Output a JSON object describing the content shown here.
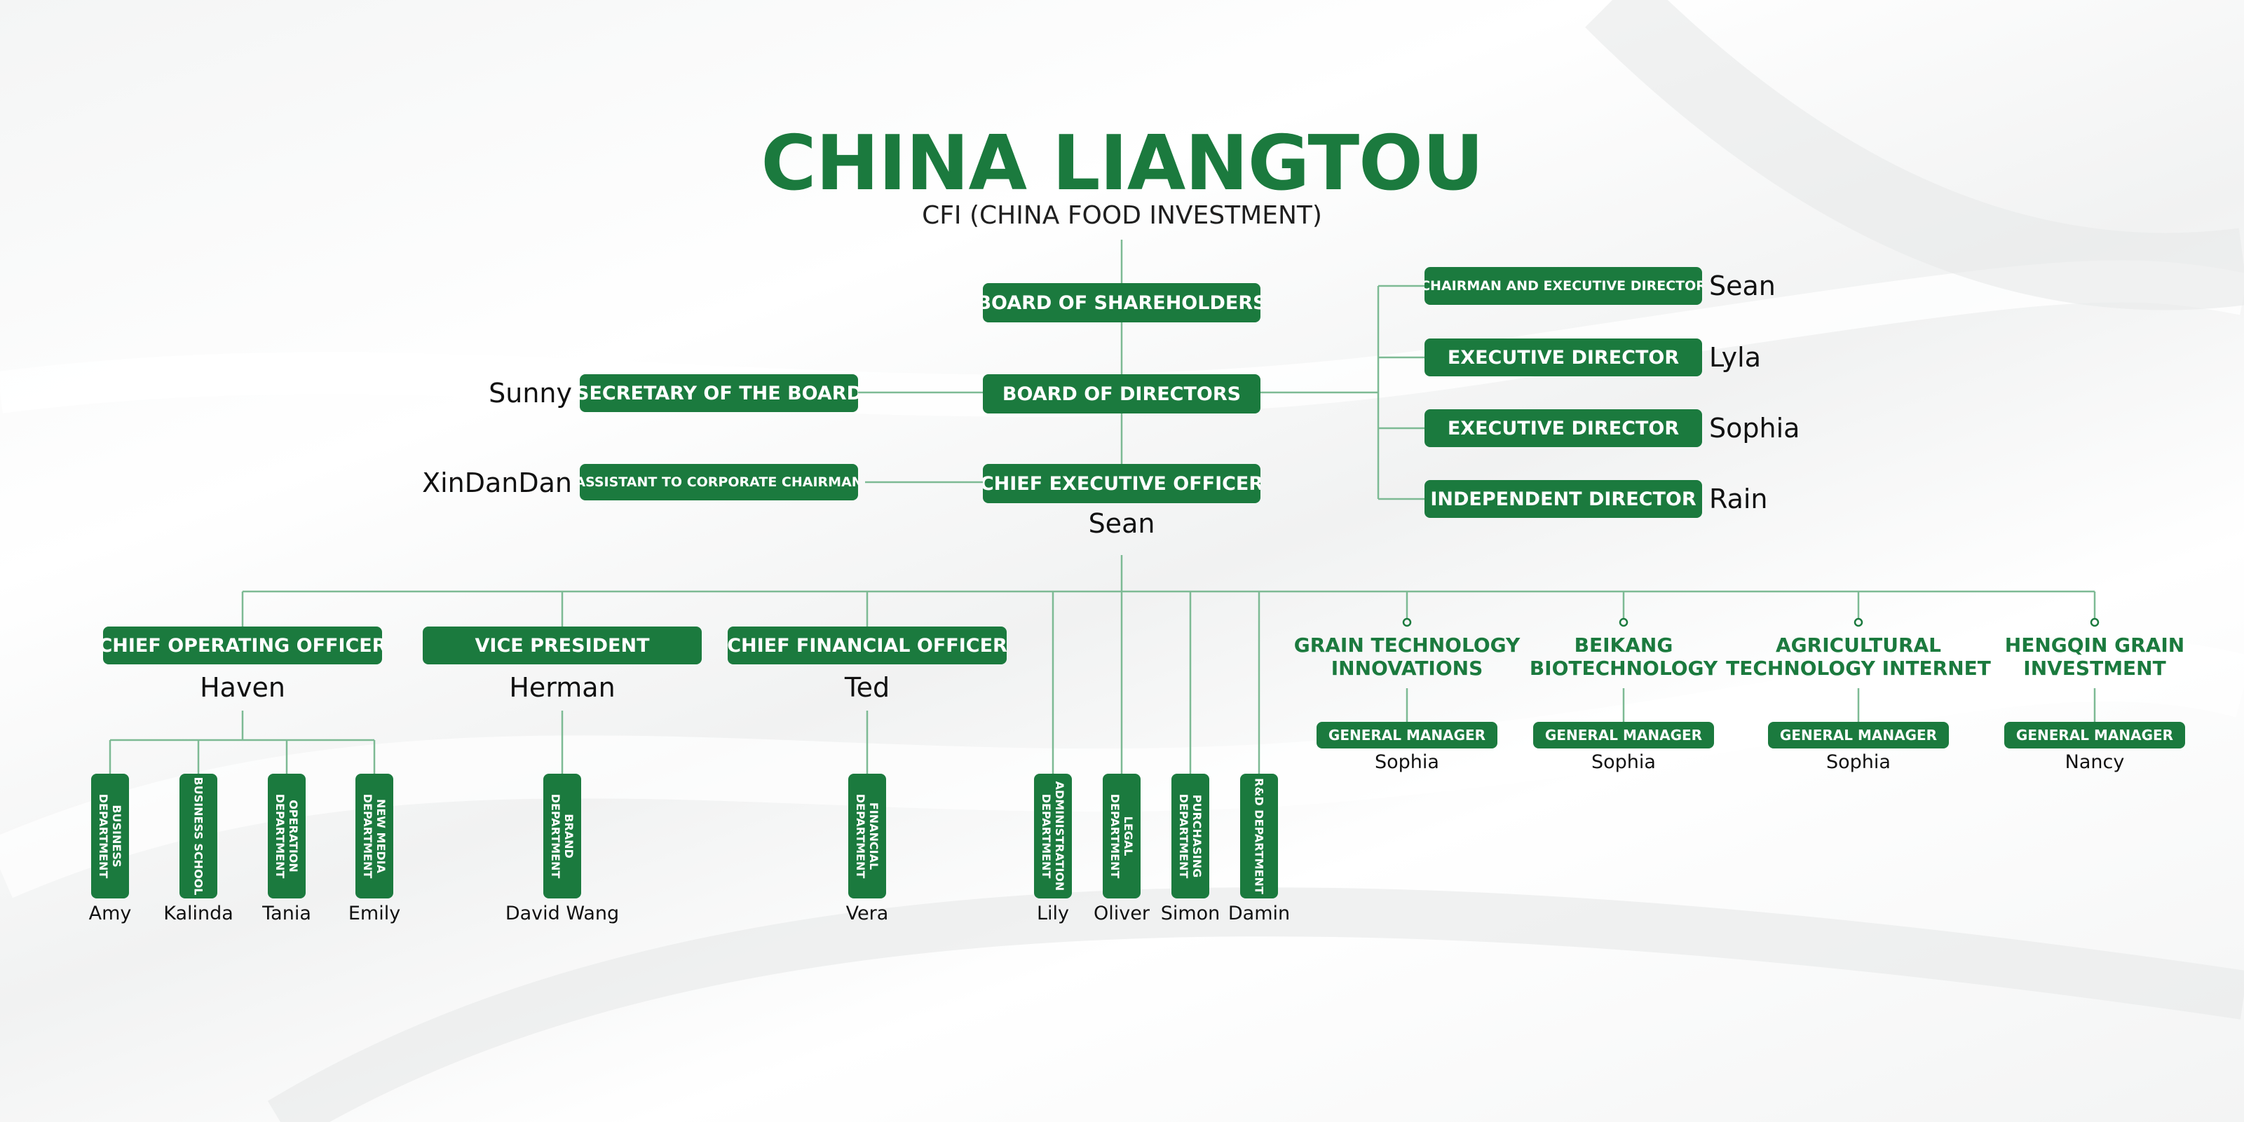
{
  "header": {
    "title": "CHINA LIANGTOU",
    "subtitle": "CFI (CHINA FOOD INVESTMENT)"
  },
  "top": {
    "shareholders": "BOARD OF SHAREHOLDERS",
    "directors": "BOARD OF DIRECTORS",
    "ceo": "CHIEF EXECUTIVE OFFICER",
    "ceo_name": "Sean",
    "secretary": "SECRETARY OF THE BOARD",
    "secretary_name": "Sunny",
    "assistant": "ASSISTANT TO CORPORATE CHAIRMAN",
    "assistant_name": "XinDanDan"
  },
  "board": [
    {
      "title": "CHAIRMAN AND EXECUTIVE DIRECTOR",
      "name": "Sean"
    },
    {
      "title": "EXECUTIVE DIRECTOR",
      "name": "Lyla"
    },
    {
      "title": "EXECUTIVE DIRECTOR",
      "name": "Sophia"
    },
    {
      "title": "INDEPENDENT DIRECTOR",
      "name": "Rain"
    }
  ],
  "officers": [
    {
      "title": "CHIEF OPERATING OFFICER",
      "name": "Haven"
    },
    {
      "title": "VICE PRESIDENT",
      "name": "Herman"
    },
    {
      "title": "CHIEF FINANCIAL OFFICER",
      "name": "Ted"
    }
  ],
  "departments": [
    {
      "label": "BUSINESS DEPARTMENT",
      "name": "Amy"
    },
    {
      "label": "BUSINESS SCHOOL",
      "name": "Kalinda"
    },
    {
      "label": "OPERATION DEPARTMENT",
      "name": "Tania"
    },
    {
      "label": "NEW MEDIA DEPARTMENT",
      "name": "Emily"
    },
    {
      "label": "BRAND DEPARTMENT",
      "name": "David Wang"
    },
    {
      "label": "FINANCIAL DEPARTMENT",
      "name": "Vera"
    },
    {
      "label": "ADMINISTRATION DEPARTMENT",
      "name": "Lily"
    },
    {
      "label": "LEGAL DEPARTMENT",
      "name": "Oliver"
    },
    {
      "label": "PURCHASING DEPARTMENT",
      "name": "Simon"
    },
    {
      "label": "R&D DEPARTMENT",
      "name": "Damin"
    }
  ],
  "subsidiaries": [
    {
      "name": "GRAIN TECHNOLOGY INNOVATIONS",
      "role": "GENERAL MANAGER",
      "manager": "Sophia"
    },
    {
      "name": "BEIKANG BIOTECHNOLOGY",
      "role": "GENERAL MANAGER",
      "manager": "Sophia"
    },
    {
      "name": "AGRICULTURAL TECHNOLOGY INTERNET",
      "role": "GENERAL MANAGER",
      "manager": "Sophia"
    },
    {
      "name": "HENGQIN GRAIN INVESTMENT",
      "role": "GENERAL MANAGER",
      "manager": "Nancy"
    }
  ],
  "colors": {
    "accent": "#1b7a3e",
    "line": "#7dba94",
    "text": "#111111",
    "background": "#f4f5f5"
  }
}
